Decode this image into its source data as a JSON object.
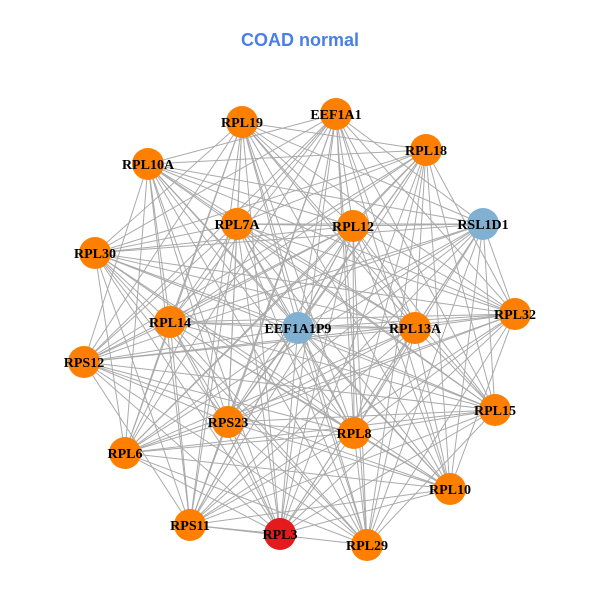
{
  "title": "COAD normal",
  "colors": {
    "edge": "#aaaaaa",
    "orange": "#ff7f00",
    "blue": "#80b1d3",
    "red": "#e41a1c",
    "title": "#4a7fe6"
  },
  "nodes": [
    {
      "id": "EEF1A1",
      "color": "orange"
    },
    {
      "id": "RPL19",
      "color": "orange"
    },
    {
      "id": "RPL18",
      "color": "orange"
    },
    {
      "id": "RPL10A",
      "color": "orange"
    },
    {
      "id": "RSL1D1",
      "color": "blue"
    },
    {
      "id": "RPL7A",
      "color": "orange"
    },
    {
      "id": "RPL12",
      "color": "orange"
    },
    {
      "id": "RPL30",
      "color": "orange"
    },
    {
      "id": "RPL32",
      "color": "orange"
    },
    {
      "id": "RPL14",
      "color": "orange"
    },
    {
      "id": "EEF1A1P9",
      "color": "blue"
    },
    {
      "id": "RPL13A",
      "color": "orange"
    },
    {
      "id": "RPS12",
      "color": "orange"
    },
    {
      "id": "RPL15",
      "color": "orange"
    },
    {
      "id": "RPS23",
      "color": "orange"
    },
    {
      "id": "RPL8",
      "color": "orange"
    },
    {
      "id": "RPL6",
      "color": "orange"
    },
    {
      "id": "RPL10",
      "color": "orange"
    },
    {
      "id": "RPS11",
      "color": "orange"
    },
    {
      "id": "RPL3",
      "color": "red"
    },
    {
      "id": "RPL29",
      "color": "orange"
    }
  ],
  "missing_edges": [
    [
      0,
      2
    ],
    [
      1,
      3
    ],
    [
      7,
      12
    ],
    [
      12,
      16
    ],
    [
      16,
      18
    ],
    [
      13,
      17
    ],
    [
      8,
      13
    ],
    [
      2,
      4
    ],
    [
      17,
      20
    ],
    [
      19,
      20
    ],
    [
      3,
      7
    ],
    [
      0,
      1
    ]
  ]
}
